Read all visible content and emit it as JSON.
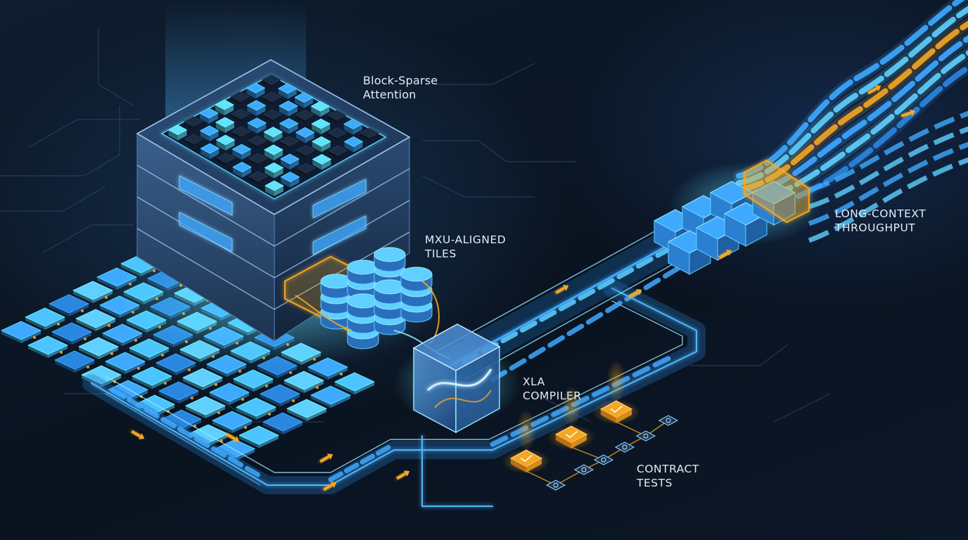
{
  "labels": {
    "block_sparse": {
      "line1": "Block-Sparse",
      "line2": "Attention"
    },
    "mxu_tiles": {
      "line1": "MXU-ALIGNED",
      "line2": "TILES"
    },
    "xla": {
      "line1": "XLA",
      "line2": "COMPILER"
    },
    "long_context": {
      "line1": "LONG-CONTEXT",
      "line2": "THROUGHPUT"
    },
    "contract_tests": {
      "line1": "CONTRACT",
      "line2": "TESTS"
    }
  },
  "colors": {
    "background": "#0b1523",
    "accent_blue": "#3fa9ff",
    "accent_cyan": "#5fe3ff",
    "accent_orange": "#f5a623",
    "label_text": "#e3edf6"
  },
  "icons": {
    "attention_grid": "attention-block-grid-icon",
    "compiler": "xla-compiler-cube-icon",
    "test_check": "check-badge-icon",
    "test_node": "gear-node-icon"
  }
}
